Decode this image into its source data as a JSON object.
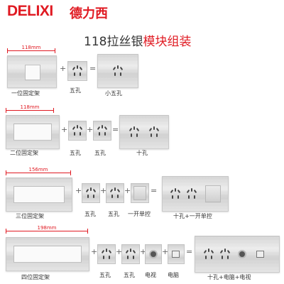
{
  "brand": {
    "latin": "DELIXI",
    "chinese": "德力西",
    "color": "#e01a22"
  },
  "title": {
    "main": "118拉丝银",
    "accent": "模块组装"
  },
  "rows": [
    {
      "dimension": "118mm",
      "frame_label": "一位固定架",
      "modules": [
        "五孔"
      ],
      "result": "小五孔"
    },
    {
      "dimension": "118mm",
      "frame_label": "二位固定架",
      "modules": [
        "五孔",
        "五孔"
      ],
      "result": "十孔"
    },
    {
      "dimension": "156mm",
      "frame_label": "三位固定架",
      "modules": [
        "五孔",
        "五孔",
        "一开单控"
      ],
      "result": "十孔+一开单控"
    },
    {
      "dimension": "198mm",
      "frame_label": "四位固定架",
      "modules": [
        "五孔",
        "五孔",
        "电视",
        "电脑"
      ],
      "result": "十孔+电脑+电视"
    }
  ],
  "symbols": {
    "plus": "+",
    "equals": "="
  },
  "icons": [
    "five-hole-socket-icon",
    "switch-icon",
    "tv-port-icon",
    "network-port-icon"
  ]
}
